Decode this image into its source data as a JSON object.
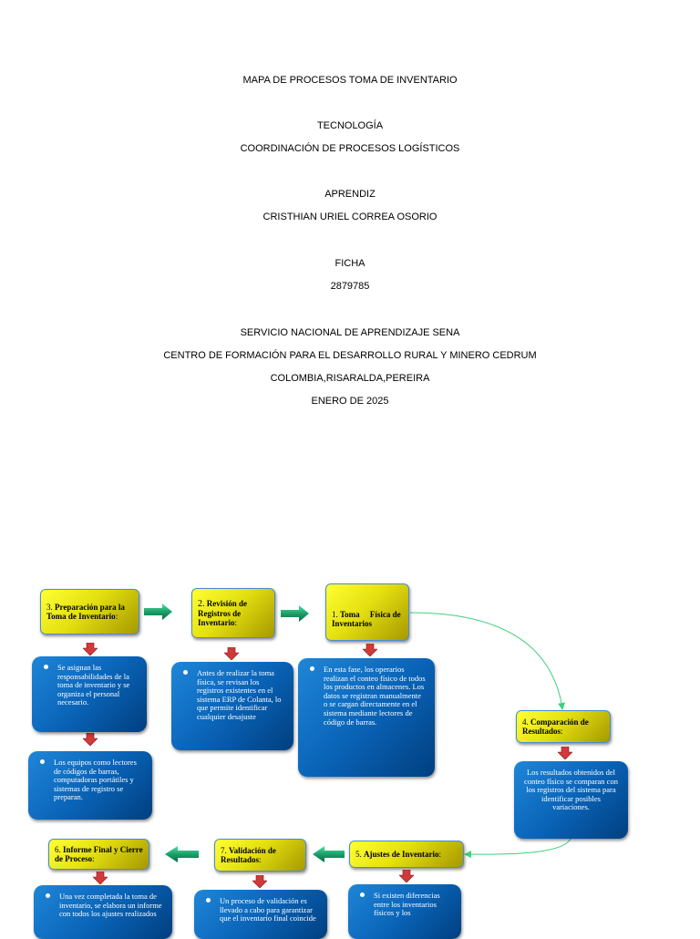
{
  "cover": {
    "title": "MAPA DE PROCESOS TOMA DE INVENTARIO",
    "program": "TECNOLOGÍA",
    "program_name": "COORDINACIÓN DE PROCESOS LOGÍSTICOS",
    "apprentice_label": "APRENDIZ",
    "apprentice_name": "CRISTHIAN URIEL CORREA OSORIO",
    "ficha_label": "FICHA",
    "ficha_number": "2879785",
    "institution": "SERVICIO NACIONAL DE APRENDIZAJE SENA",
    "center": "CENTRO DE FORMACIÓN PARA EL DESARROLLO RURAL Y MINERO CEDRUM",
    "location": "COLOMBIA,RISARALDA,PEREIRA",
    "date": "ENERO DE 2025"
  },
  "diagram": {
    "steps": {
      "s1": {
        "num": "1.",
        "title": "Toma     Física de Inventarios",
        "suffix": ""
      },
      "s2": {
        "num": "2.",
        "title": "Revisión de Registros de Inventario",
        "suffix": ":"
      },
      "s3": {
        "num": "3.",
        "title": "Preparación para la Toma de Inventario",
        "suffix": ":"
      },
      "s4": {
        "num": "4.",
        "title": "Comparación de Resultados",
        "suffix": ":"
      },
      "s5": {
        "num": "5.",
        "title": "Ajustes de Inventario",
        "suffix": ":"
      },
      "s6": {
        "num": "6.",
        "title": "Informe Final y Cierre de Proceso",
        "suffix": ":"
      },
      "s7": {
        "num": "7.",
        "title": "Validación de Resultados",
        "suffix": ":"
      }
    },
    "details": {
      "d1": "En esta fase, los operarios realizan el conteo físico de todos los productos en almacenes. Los datos se registran manualmente o se cargan directamente en el sistema mediante lectores de código de barras.",
      "d2": "Antes de realizar la toma física, se revisan los registros existentes en el sistema ERP de Colanta, lo que permite identificar cualquier desajuste",
      "d3a": "Se asignan las responsabilidades de la toma de inventario y se organiza el personal necesario.",
      "d3b": "Los equipos como lectores de códigos de barras, computadoras portátiles y sistemas de registro se preparan.",
      "d4": "Los resultados obtenidos del conteo físico se comparan con los registros del sistema para identificar posibles variaciones.",
      "d5": "Si existen diferencias entre los inventarios físicos y los",
      "d6": "Una vez completada la toma de inventario, se elabora un informe con todos los ajustes realizados",
      "d7": "Un proceso de validación es llevado a cabo para garantizar que el inventario final coincide"
    },
    "colors": {
      "step_box": "#e4e010",
      "detail_box": "#0a64b8",
      "down_arrow": "#d03a3a",
      "side_arrow": "#1aa06a",
      "connector": "#3ed07a"
    }
  }
}
